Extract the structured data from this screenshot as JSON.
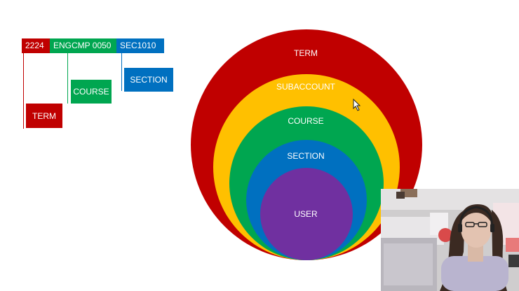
{
  "code_parts": [
    {
      "label": "2224",
      "color": "#c00000"
    },
    {
      "label": "ENGCMP 0050",
      "color": "#00a650"
    },
    {
      "label": "SEC1010",
      "color": "#0070c0"
    }
  ],
  "boxes": {
    "term": {
      "label": "TERM",
      "color": "#c00000"
    },
    "course": {
      "label": "COURSE",
      "color": "#00a650"
    },
    "section": {
      "label": "SECTION",
      "color": "#0070c0"
    }
  },
  "rings": [
    {
      "label": "TERM",
      "color": "#c00000"
    },
    {
      "label": "SUBACCOUNT",
      "color": "#ffc000"
    },
    {
      "label": "COURSE",
      "color": "#00a650"
    },
    {
      "label": "SECTION",
      "color": "#0070c0"
    },
    {
      "label": "USER",
      "color": "#7030a0"
    }
  ]
}
